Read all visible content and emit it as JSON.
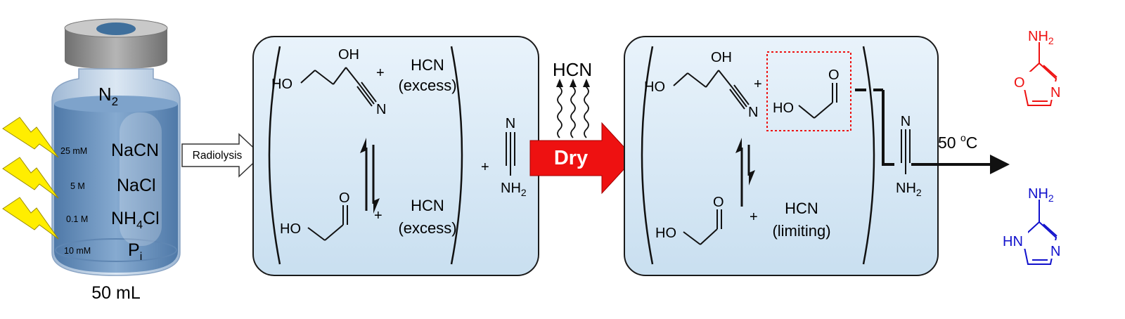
{
  "colors": {
    "panel_fill": "#d8eaf6",
    "panel_stroke": "#1a1a1a",
    "vial_liquid": "#6f97c2",
    "vial_glass": "#b8cde3",
    "vial_cap": "#8e8e8e",
    "bolt": "#ffee00",
    "dry_arrow": "#ee1111",
    "oxazole": "#ee1111",
    "imidazole": "#1111cc"
  },
  "vial": {
    "gas": "N",
    "gas_sub": "2",
    "volume": "50 mL",
    "reagents": [
      {
        "conc": "25 mM",
        "name": "NaCN",
        "sub": ""
      },
      {
        "conc": "5 M",
        "name": "NaCl",
        "sub": ""
      },
      {
        "conc": "0.1 M",
        "name": "NH",
        "sub": "4",
        "name_tail": "Cl"
      },
      {
        "conc": "10 mM",
        "name": "P",
        "sub": "i"
      }
    ]
  },
  "steps": {
    "radiolysis": "Radiolysis",
    "dry": "Dry",
    "released": "HCN",
    "temperature": "50 ",
    "temperature_sup": "o",
    "temperature_unit": "C"
  },
  "panel1": {
    "oh": "OH",
    "ho_top": "HO",
    "n_top": "N",
    "plus_top": "+",
    "hcn_top": "HCN",
    "hcn_top_note": "(excess)",
    "ho_bottom": "HO",
    "o_bottom": "O",
    "plus_bottom": "+",
    "hcn_bottom": "HCN",
    "hcn_bottom_note": "(excess)",
    "plus_cyanamide": "+",
    "cyanamide_n": "N",
    "cyanamide_nh": "NH",
    "cyanamide_sub": "2"
  },
  "panel2": {
    "oh": "OH",
    "ho_top": "HO",
    "n_top": "N",
    "plus_top": "+",
    "ho_boxed": "HO",
    "o_boxed": "O",
    "ho_bottom": "HO",
    "o_bottom": "O",
    "plus_bottom": "+",
    "hcn_bottom": "HCN",
    "hcn_bottom_note": "(limiting)",
    "cyanamide_n": "N",
    "cyanamide_nh": "NH",
    "cyanamide_sub": "2"
  },
  "products": {
    "oxazole_nh": "NH",
    "oxazole_sub": "2",
    "oxazole_o": "O",
    "oxazole_n": "N",
    "imidazole_nh": "NH",
    "imidazole_sub": "2",
    "imidazole_hn": "HN",
    "imidazole_n": "N"
  }
}
